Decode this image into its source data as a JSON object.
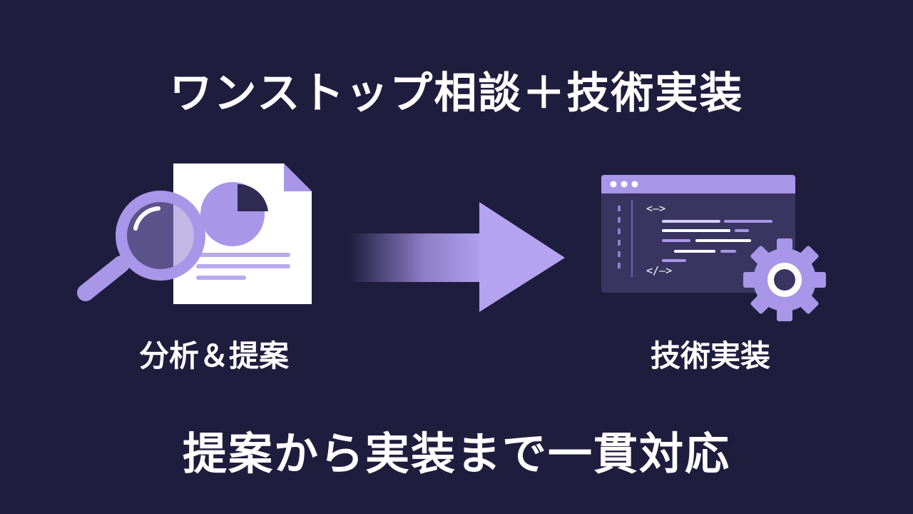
{
  "heading": "ワンストップ相談＋技術実装",
  "steps": [
    {
      "label": "分析＆提案",
      "icon": "magnifier-document-icon"
    },
    {
      "label": "技術実装",
      "icon": "code-window-gear-icon"
    }
  ],
  "tagline": "提案から実装まで一貫対応",
  "code_tags": {
    "open": "<—>",
    "close": "</—>"
  },
  "colors": {
    "background": "#1f1d3d",
    "accent": "#a896e8",
    "accent_dark": "#3a3560",
    "text": "#ffffff"
  }
}
